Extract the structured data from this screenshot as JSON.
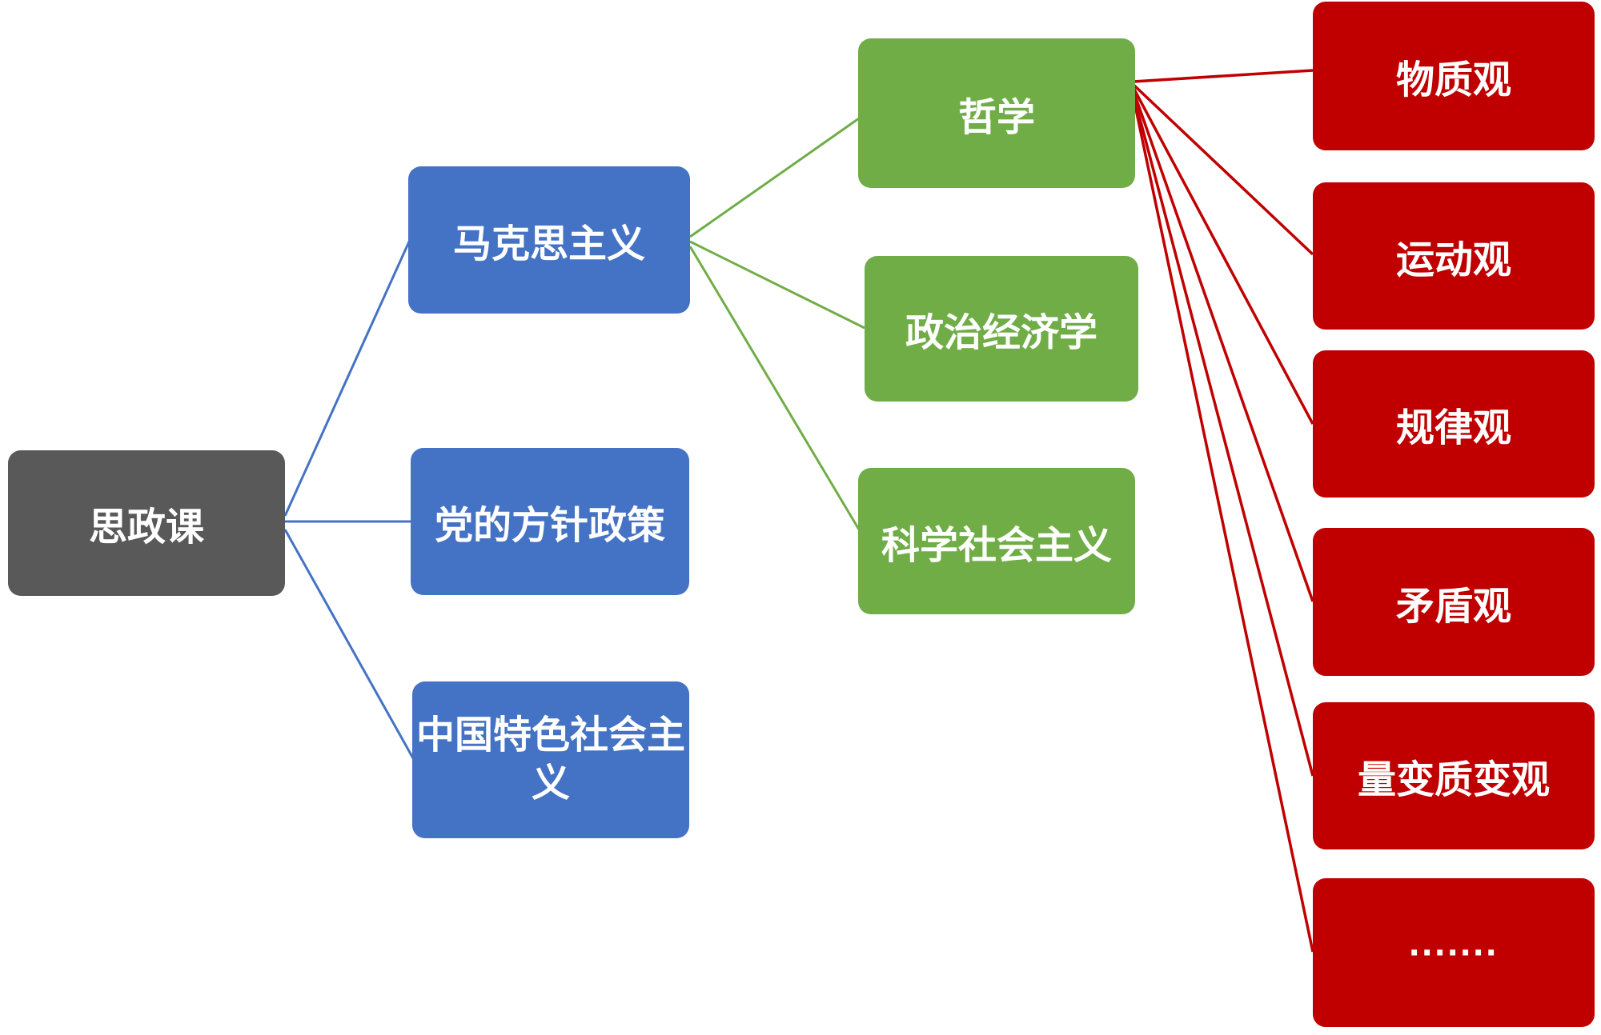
{
  "diagram": {
    "nodes": {
      "root": {
        "label": "思政课"
      },
      "level2": [
        {
          "label": "马克思主义"
        },
        {
          "label": "党的方针政策"
        },
        {
          "label": "中国特色社会主义"
        }
      ],
      "level3": [
        {
          "label": "哲学"
        },
        {
          "label": "政治经济学"
        },
        {
          "label": "科学社会主义"
        }
      ],
      "level4": [
        {
          "label": "物质观"
        },
        {
          "label": "运动观"
        },
        {
          "label": "规律观"
        },
        {
          "label": "矛盾观"
        },
        {
          "label": "量变质变观"
        },
        {
          "label": "·······"
        }
      ]
    },
    "hierarchy": {
      "思政课": [
        "马克思主义",
        "党的方针政策",
        "中国特色社会主义"
      ],
      "马克思主义": [
        "哲学",
        "政治经济学",
        "科学社会主义"
      ],
      "哲学": [
        "物质观",
        "运动观",
        "规律观",
        "矛盾观",
        "量变质变观",
        "·······"
      ]
    },
    "colors": {
      "root_fill": "#595959",
      "level2_fill": "#4472C4",
      "level3_fill": "#70AD47",
      "level4_fill": "#C00000",
      "level2_line": "#4472C4",
      "level3_line": "#70AD47",
      "level4_line": "#C00000",
      "text": "#FFFFFF"
    }
  }
}
